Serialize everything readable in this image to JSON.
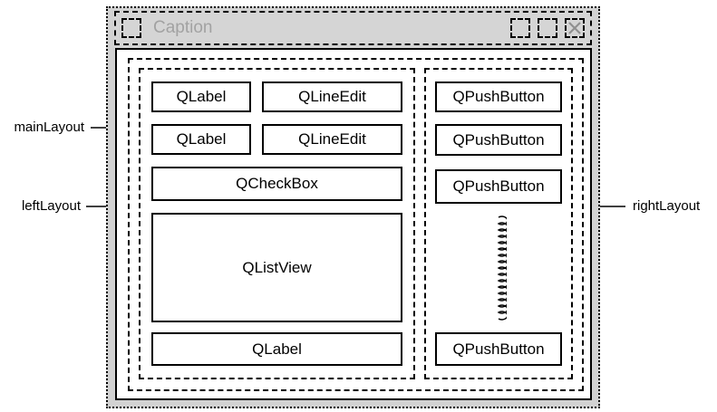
{
  "window": {
    "caption": "Caption"
  },
  "annotations": {
    "main_layout": "mainLayout",
    "left_layout": "leftLayout",
    "right_layout": "rightLayout"
  },
  "left_panel": {
    "rows": [
      {
        "label": "QLabel",
        "edit": "QLineEdit"
      },
      {
        "label": "QLabel",
        "edit": "QLineEdit"
      }
    ],
    "checkbox": "QCheckBox",
    "listview": "QListView",
    "bottom_label": "QLabel"
  },
  "right_panel": {
    "buttons": [
      "QPushButton",
      "QPushButton",
      "QPushButton"
    ],
    "bottom_button": "QPushButton",
    "spacer": "vertical-spring-spacer"
  },
  "colors": {
    "chrome_gray": "#d2d2d2",
    "caption_text": "#a2a2a2",
    "line_black": "#000000",
    "close_x_gray": "#8f8f8f"
  }
}
